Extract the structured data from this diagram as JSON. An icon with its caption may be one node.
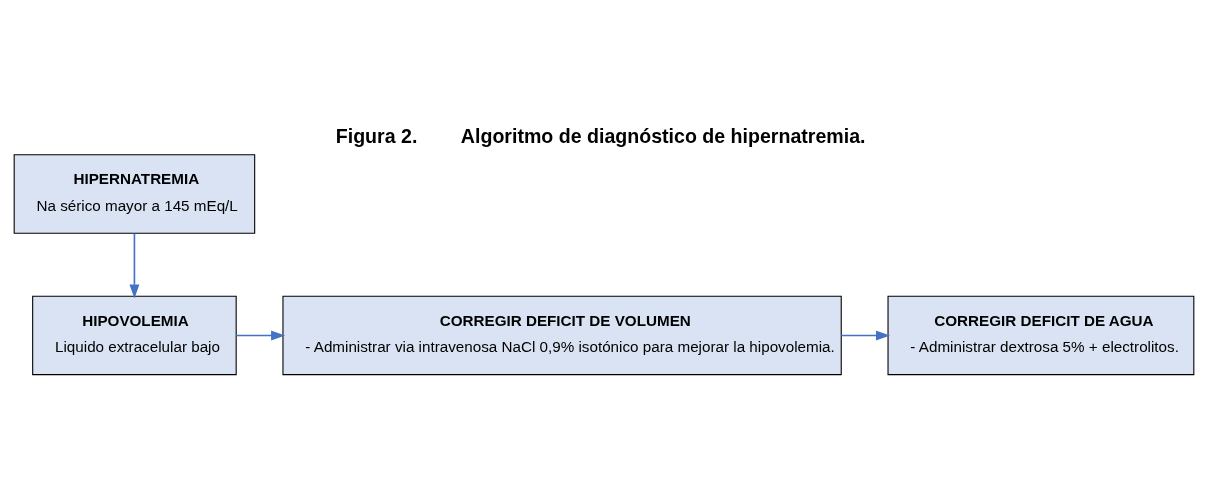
{
  "diagram": {
    "title": "Figura 2.        Algoritmo de diagnóstico de hipernatremia.",
    "nodes": [
      {
        "text": [
          "HIPERNATREMIA",
          "Na sérico mayor a 145 mEq/L"
        ]
      },
      {
        "text": [
          "HIPOVOLEMIA",
          "Liquido extracelular bajo"
        ]
      },
      {
        "text": [
          "CORREGIR DEFICIT DE VOLUMEN",
          "- Administrar via intravenosa NaCl 0,9% isotónico para mejorar la hipovolemia."
        ]
      },
      {
        "text": [
          "CORREGIR DEFICIT DE AGUA",
          "- Administrar dextrosa 5% + electrolitos."
        ]
      }
    ],
    "edges": [
      {
        "from": 0,
        "to": 1,
        "arrow": "to"
      },
      {
        "from": 1,
        "to": 2,
        "arrow": "to"
      },
      {
        "from": 2,
        "to": 3,
        "arrow": "to"
      }
    ]
  }
}
